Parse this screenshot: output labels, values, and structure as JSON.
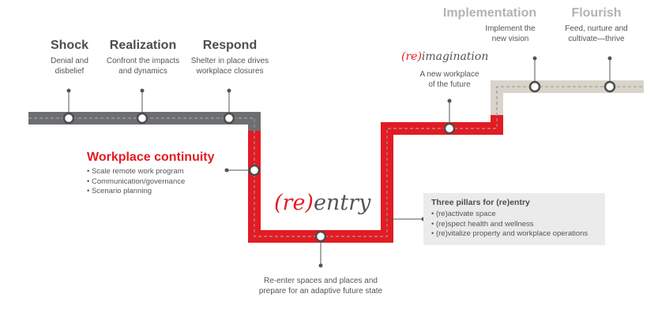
{
  "stages": [
    {
      "title": "Shock",
      "desc": [
        "Denial and",
        "disbelief"
      ]
    },
    {
      "title": "Realization",
      "desc": [
        "Confront the impacts",
        "and dynamics"
      ]
    },
    {
      "title": "Respond",
      "desc": [
        "Shelter in place drives",
        "workplace closures"
      ]
    },
    {
      "title": "Implementation",
      "desc": [
        "Implement the",
        "new vision"
      ]
    },
    {
      "title": "Flourish",
      "desc": [
        "Feed, nurture and",
        "cultivate—thrive"
      ]
    }
  ],
  "continuity": {
    "title": "Workplace continuity",
    "items": [
      "Scale remote work program",
      "Communication/governance",
      "Scenario planning"
    ]
  },
  "reentry": {
    "paren": "(re)",
    "word": "entry"
  },
  "reimagination": {
    "paren": "(re)",
    "word": "imagination",
    "desc": [
      "A new workplace",
      "of the future"
    ]
  },
  "pillars": {
    "title": "Three pillars for (re)entry",
    "items": [
      "(re)activate space",
      "(re)spect health and wellness",
      "(re)vitalize property and workplace operations"
    ]
  },
  "bottom_note": [
    "Re-enter spaces and places and",
    "prepare for an adaptive future state"
  ],
  "colors": {
    "red": "#e31b23",
    "gray": "#6d6e71",
    "beige": "#d9d4c9",
    "dark": "#4d4d4d"
  }
}
